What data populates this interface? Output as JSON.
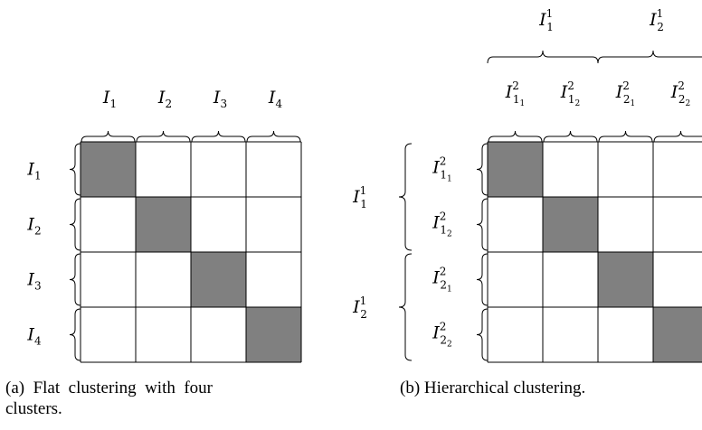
{
  "figure_a": {
    "caption": "(a) Flat clustering with four clusters.",
    "caption_line1": "(a)  Flat  clustering  with  four",
    "caption_line2": "clusters.",
    "column_labels": [
      {
        "base": "I",
        "sub": "1"
      },
      {
        "base": "I",
        "sub": "2"
      },
      {
        "base": "I",
        "sub": "3"
      },
      {
        "base": "I",
        "sub": "4"
      }
    ],
    "row_labels": [
      {
        "base": "I",
        "sub": "1"
      },
      {
        "base": "I",
        "sub": "2"
      },
      {
        "base": "I",
        "sub": "3"
      },
      {
        "base": "I",
        "sub": "4"
      }
    ],
    "grid_size": 4,
    "filled_cells": [
      [
        0,
        0
      ],
      [
        1,
        1
      ],
      [
        2,
        2
      ],
      [
        3,
        3
      ]
    ],
    "fill_color": "#808080"
  },
  "figure_b": {
    "caption": "(b) Hierarchical clustering.",
    "top_labels": [
      {
        "base": "I",
        "sup": "1",
        "sub": "1"
      },
      {
        "base": "I",
        "sup": "1",
        "sub": "2"
      }
    ],
    "column_labels": [
      {
        "base": "I",
        "sup": "2",
        "sub": "1",
        "subsub": "1"
      },
      {
        "base": "I",
        "sup": "2",
        "sub": "1",
        "subsub": "2"
      },
      {
        "base": "I",
        "sup": "2",
        "sub": "2",
        "subsub": "1"
      },
      {
        "base": "I",
        "sup": "2",
        "sub": "2",
        "subsub": "2"
      }
    ],
    "row_outer_labels": [
      {
        "base": "I",
        "sup": "1",
        "sub": "1"
      },
      {
        "base": "I",
        "sup": "1",
        "sub": "2"
      }
    ],
    "row_inner_labels": [
      {
        "base": "I",
        "sup": "2",
        "sub": "1",
        "subsub": "1"
      },
      {
        "base": "I",
        "sup": "2",
        "sub": "1",
        "subsub": "2"
      },
      {
        "base": "I",
        "sup": "2",
        "sub": "2",
        "subsub": "1"
      },
      {
        "base": "I",
        "sup": "2",
        "sub": "2",
        "subsub": "2"
      }
    ],
    "grid_size": 4,
    "filled_cells": [
      [
        0,
        0
      ],
      [
        1,
        1
      ],
      [
        2,
        2
      ],
      [
        3,
        3
      ]
    ],
    "fill_color": "#808080"
  }
}
